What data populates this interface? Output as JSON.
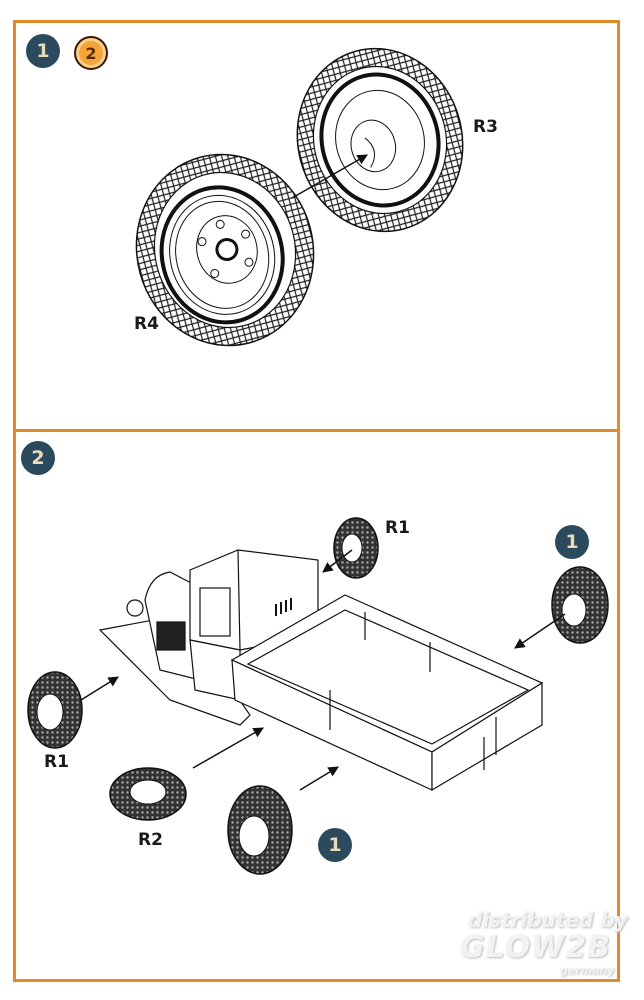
{
  "step1": {
    "badges": [
      "1",
      "2"
    ],
    "labels": {
      "upper_wheel": "R3",
      "lower_wheel": "R4"
    }
  },
  "step2": {
    "badge": "2",
    "labels": {
      "top_wheel": "R1",
      "left_wheel": "R1",
      "spare_wheel": "R2"
    },
    "references": [
      "1",
      "1"
    ]
  },
  "watermark": {
    "line1": "distributed by",
    "line2": "GLOW2B",
    "line3": "germany"
  },
  "colors": {
    "frame": "#e08a2a",
    "badge": "#2b4a5e",
    "badge_text": "#e9dcb9",
    "badge_alt": "#f4a53a"
  }
}
